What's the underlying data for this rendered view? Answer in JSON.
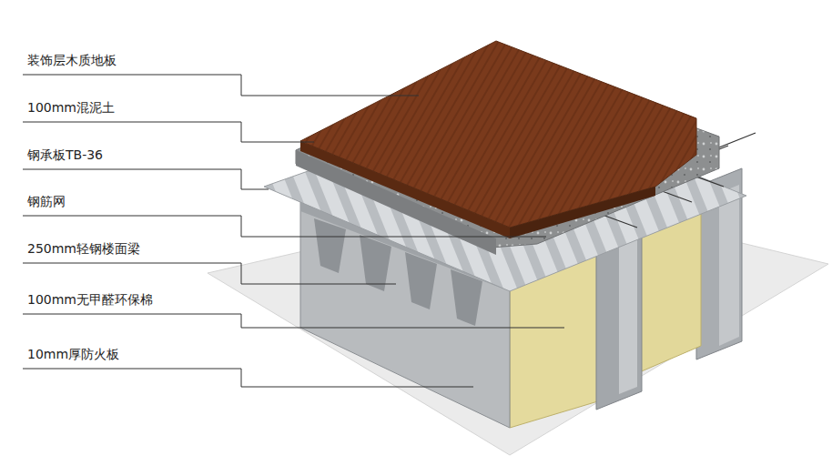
{
  "diagram": {
    "labels": [
      "装饰层木质地板",
      "100mm混泥土",
      "钢承板TB-36",
      "钢筋网",
      "250mm轻钢楼面梁",
      "100mm无甲醛环保棉",
      "10mm厚防火板"
    ]
  }
}
